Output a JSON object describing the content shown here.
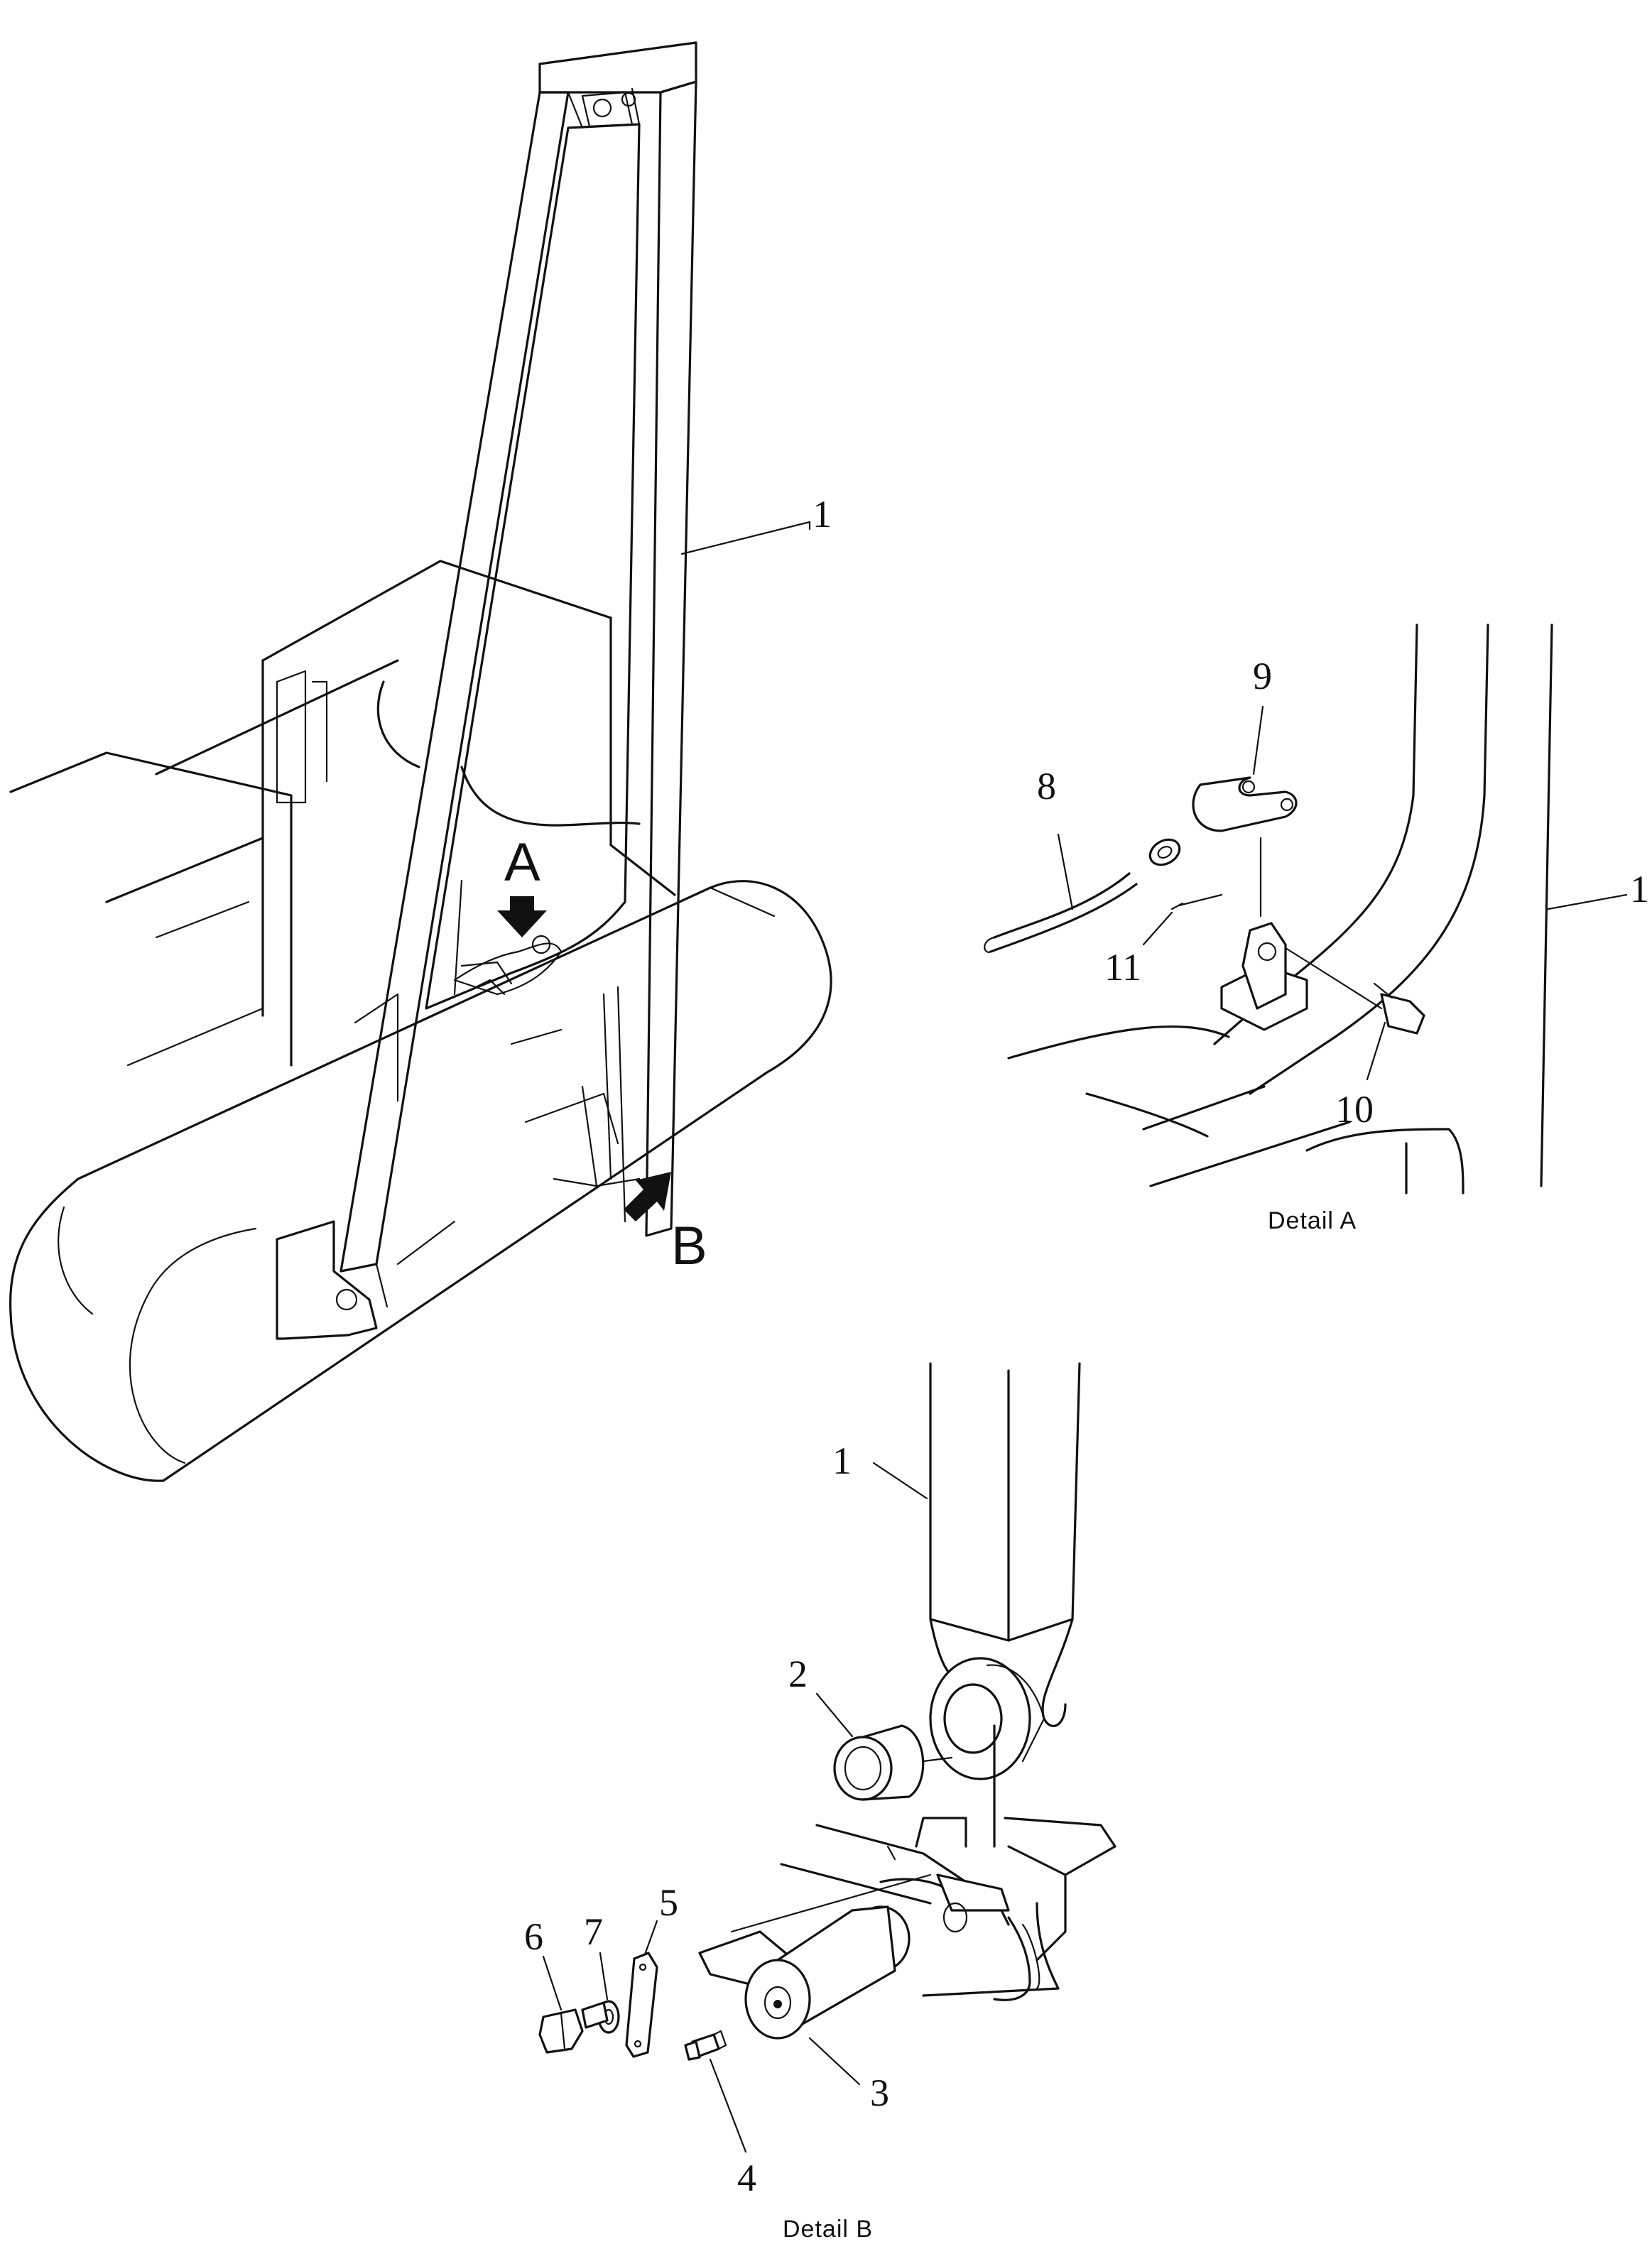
{
  "views": {
    "main": {
      "arrow_a_letter": "A",
      "arrow_b_letter": "B",
      "callouts": [
        "1"
      ]
    },
    "detail_a": {
      "caption": "Detail A",
      "callouts": [
        "8",
        "9",
        "11",
        "10",
        "1"
      ]
    },
    "detail_b": {
      "caption": "Detail B",
      "callouts": [
        "1",
        "2",
        "3",
        "4",
        "5",
        "6",
        "7"
      ]
    }
  }
}
